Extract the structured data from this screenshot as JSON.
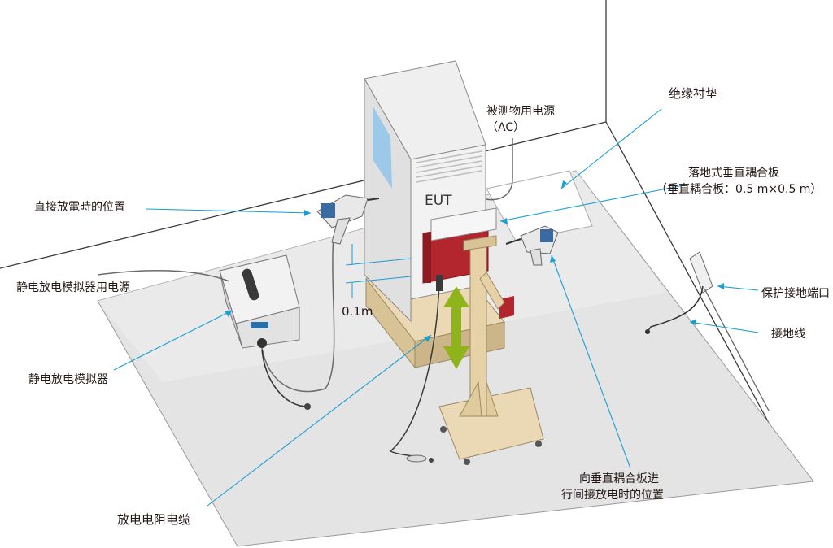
{
  "labels": {
    "eut": "EUT",
    "eut_power": "被测物用电源",
    "eut_power_ac": "（AC）",
    "insulation_pad": "绝缘衬垫",
    "vcp": "落地式垂直耦合板",
    "vcp_size": "（垂直耦合板：0.5 m×0.5 m）",
    "direct_discharge": "直接放電時的位置",
    "simulator_power": "静电放电模拟器用电源",
    "distance": "0.1m",
    "simulator": "静电放电模拟器",
    "ground_terminal": "保护接地端口",
    "ground_wire": "接地线",
    "indirect_discharge_1": "向垂直耦合板进",
    "indirect_discharge_2": "行间接放电时的位置",
    "discharge_cable": "放电电阻电缆"
  },
  "colors": {
    "callout_line": "#1a9fd3",
    "vertical_coupling_plane": "#b3262d",
    "height_arrow": "#8fb31a",
    "wooden_table": "#ead9b4",
    "ground_plane": "#e4e4e4"
  }
}
